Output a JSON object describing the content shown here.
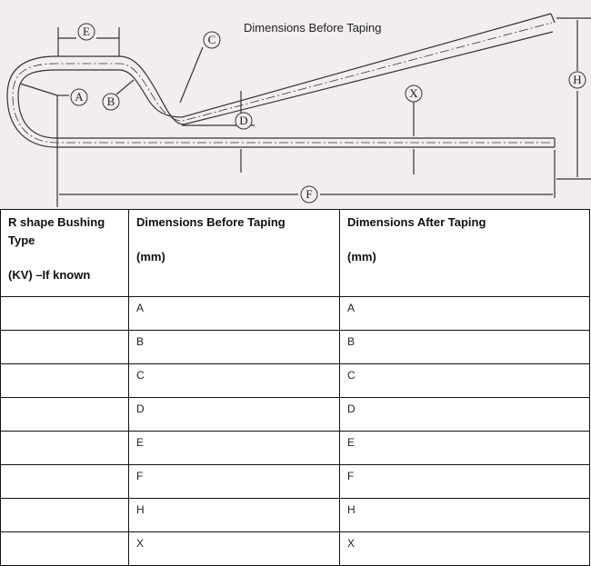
{
  "diagram": {
    "title": "Dimensions Before Taping",
    "labels": [
      "A",
      "B",
      "C",
      "D",
      "E",
      "F",
      "H",
      "X"
    ]
  },
  "table": {
    "headers": {
      "col1": [
        "R shape Bushing",
        "Type",
        "(KV) –If known"
      ],
      "col2": [
        "Dimensions Before Taping",
        "(mm)"
      ],
      "col3": [
        "Dimensions After Taping",
        "(mm)"
      ]
    },
    "rows": [
      {
        "type": "",
        "before": "A",
        "after": "A"
      },
      {
        "type": "",
        "before": "B",
        "after": "B"
      },
      {
        "type": "",
        "before": "C",
        "after": "C"
      },
      {
        "type": "",
        "before": "D",
        "after": "D"
      },
      {
        "type": "",
        "before": "E",
        "after": "E"
      },
      {
        "type": "",
        "before": "F",
        "after": "F"
      },
      {
        "type": "",
        "before": "H",
        "after": "H"
      },
      {
        "type": "",
        "before": "X",
        "after": "X"
      }
    ]
  }
}
